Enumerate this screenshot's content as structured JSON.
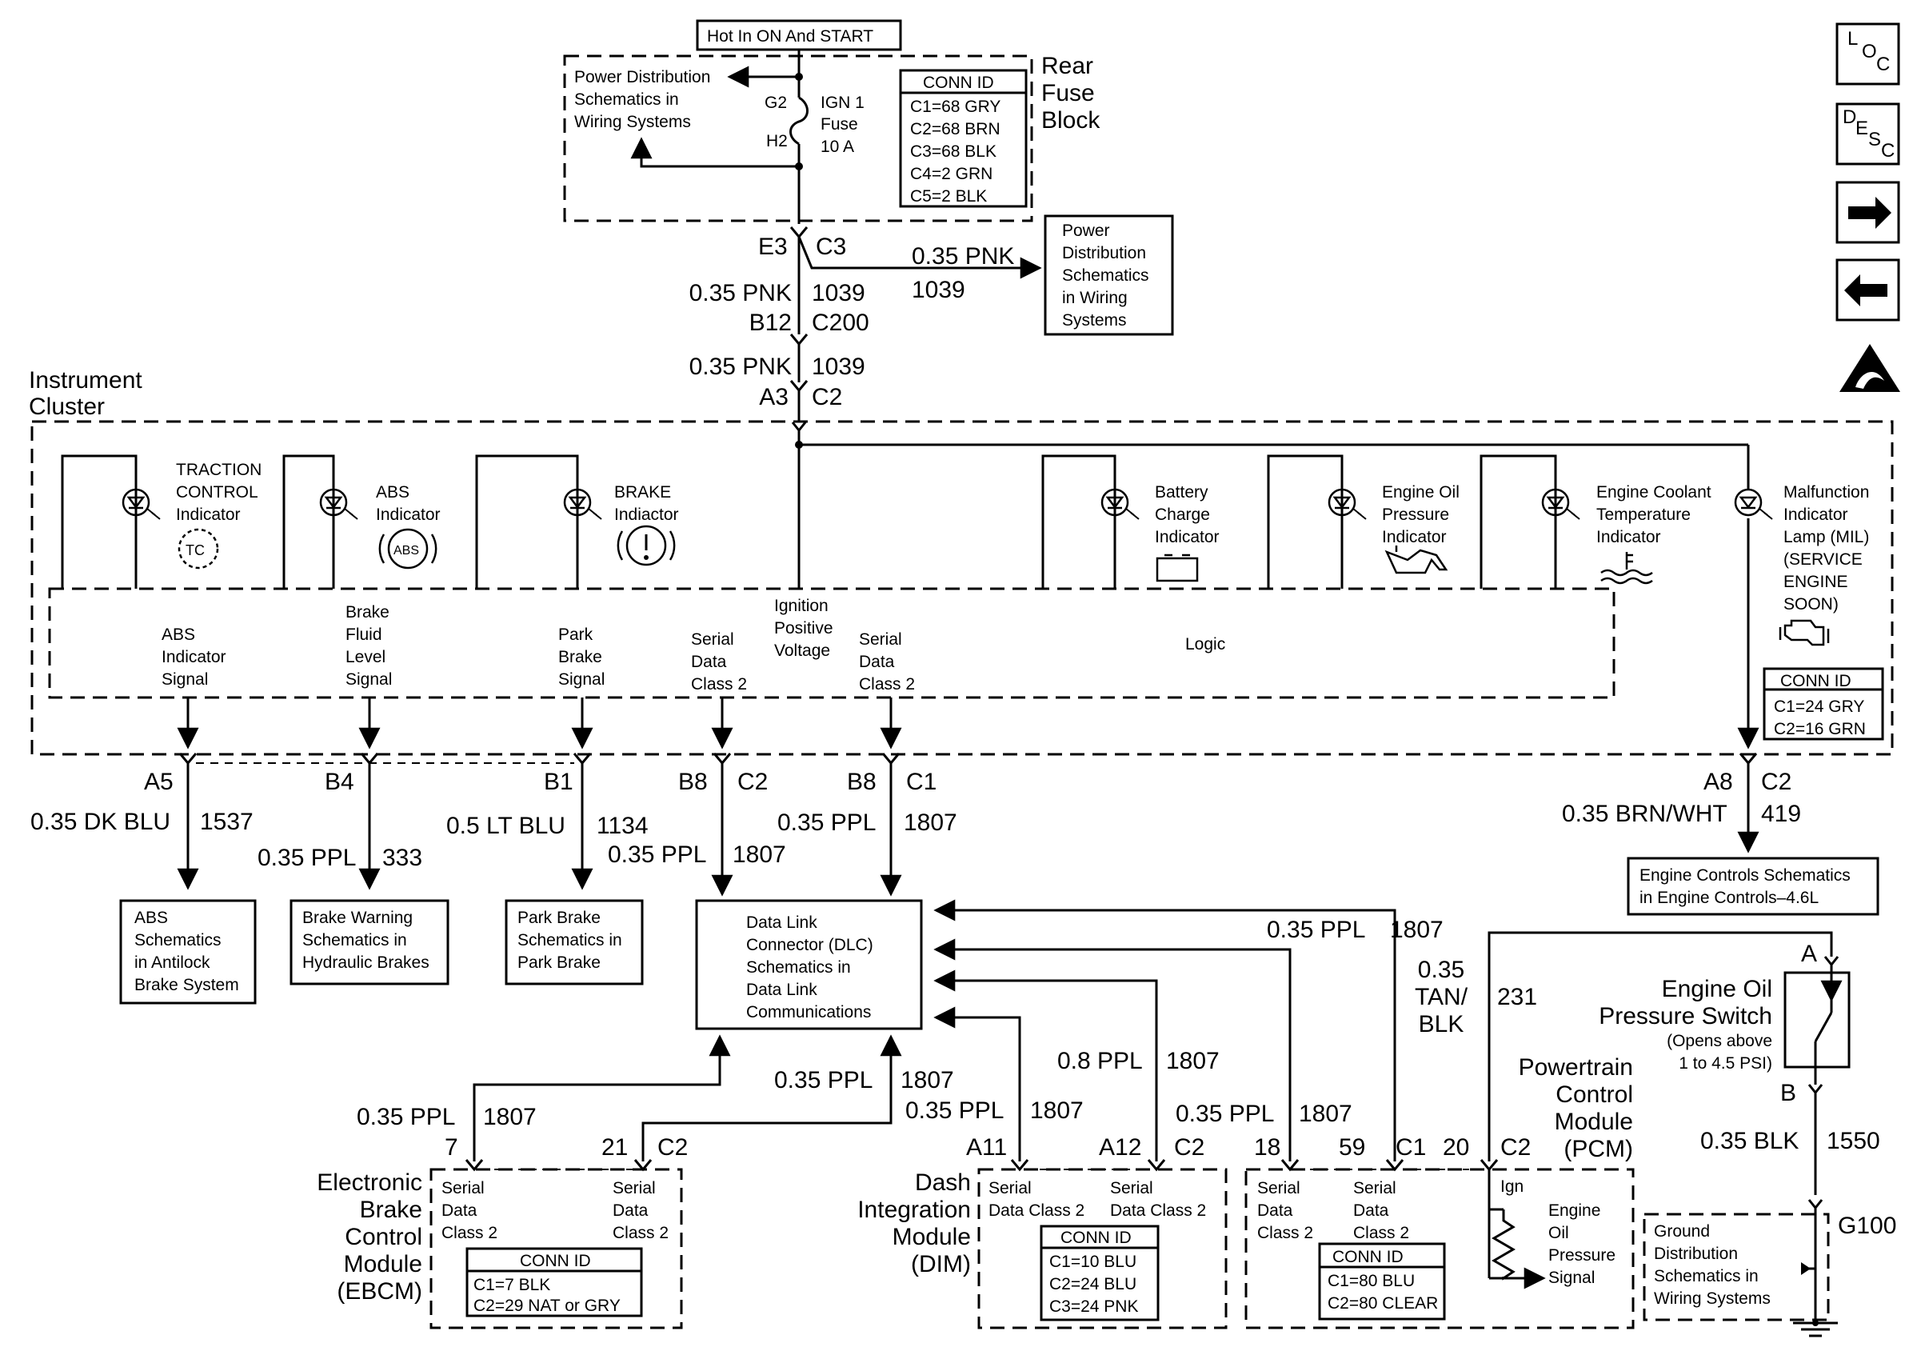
{
  "top": {
    "hot_label": "Hot In ON And START",
    "rear_fuse_block": [
      "Rear",
      "Fuse",
      "Block"
    ],
    "pds_top": [
      "Power Distribution",
      "Schematics in",
      "Wiring Systems"
    ],
    "fuse_in": "G2",
    "fuse_out": "H2",
    "fuse_name": [
      "IGN 1",
      "Fuse",
      "10 A"
    ],
    "conn_title": "CONN ID",
    "conn_rows": [
      "C1=68 GRY",
      "C2=68 BRN",
      "C3=68 BLK",
      "C4=2 GRN",
      "C5=2 BLK"
    ],
    "pin_e3": "E3",
    "conn_c3": "C3",
    "branch_wire": "0.35 PNK",
    "branch_circuit": "1039",
    "pds_right": [
      "Power",
      "Distribution",
      "Schematics",
      "in Wiring",
      "Systems"
    ],
    "wire_a_color": "0.35 PNK",
    "wire_a_circuit": "1039",
    "pin_b12": "B12",
    "conn_c200": "C200",
    "wire_b_color": "0.35 PNK",
    "wire_b_circuit": "1039",
    "pin_a3": "A3",
    "conn_c2": "C2"
  },
  "nav": {
    "loc": [
      "L",
      "O",
      "C"
    ],
    "desc": [
      "D",
      "E",
      "S",
      "C"
    ]
  },
  "cluster": {
    "title": [
      "Instrument",
      "Cluster"
    ],
    "lamps": [
      {
        "label": [
          "TRACTION",
          "CONTROL",
          "Indicator"
        ],
        "symbol": "TC"
      },
      {
        "label": [
          "ABS",
          "Indicator"
        ],
        "symbol": "ABS"
      },
      {
        "label": [
          "BRAKE",
          "Indiactor"
        ],
        "symbol": "!"
      },
      {
        "label": [
          "Battery",
          "Charge",
          "Indicator"
        ]
      },
      {
        "label": [
          "Engine Oil",
          "Pressure",
          "Indicator"
        ]
      },
      {
        "label": [
          "Engine Coolant",
          "Temperature",
          "Indicator"
        ]
      },
      {
        "label": [
          "Malfunction",
          "Indicator",
          "Lamp (MIL)",
          "(SERVICE",
          "ENGINE",
          "SOON)"
        ]
      }
    ],
    "logic_label": "Logic",
    "signals": [
      [
        "ABS",
        "Indicator",
        "Signal"
      ],
      [
        "Brake",
        "Fluid",
        "Level",
        "Signal"
      ],
      [
        "Park",
        "Brake",
        "Signal"
      ],
      [
        "Serial",
        "Data",
        "Class 2"
      ],
      [
        "Ignition",
        "Positive",
        "Voltage"
      ],
      [
        "Serial",
        "Data",
        "Class 2"
      ]
    ],
    "conn_title": "CONN ID",
    "conn_rows": [
      "C1=24 GRY",
      "C2=16 GRN"
    ]
  },
  "outputs": {
    "a5": {
      "pin": "A5",
      "wire": "0.35 DK BLU",
      "circuit": "1537"
    },
    "b4": {
      "pin": "B4",
      "wire": "0.35 PPL",
      "circuit": "333"
    },
    "b1": {
      "pin": "B1",
      "wire": "0.5 LT BLU",
      "circuit": "1134"
    },
    "b8c2": {
      "pin": "B8",
      "conn": "C2",
      "wire": "0.35 PPL",
      "circuit": "1807"
    },
    "b8c1": {
      "pin": "B8",
      "conn": "C1",
      "wire": "0.35 PPL",
      "circuit": "1807"
    },
    "a8": {
      "pin": "A8",
      "conn": "C2",
      "wire": "0.35 BRN/WHT",
      "circuit": "419"
    }
  },
  "boxes": {
    "abs": [
      "ABS",
      "Schematics",
      "in Antilock",
      "Brake System"
    ],
    "brake_warning": [
      "Brake Warning",
      "Schematics in",
      "Hydraulic Brakes"
    ],
    "park_brake": [
      "Park Brake",
      "Schematics in",
      "Park Brake"
    ],
    "dlc": [
      "Data Link",
      "Connector (DLC)",
      "Schematics in",
      "Data Link",
      "Communications"
    ],
    "engine_controls": [
      "Engine Controls Schematics",
      "in Engine Controls–4.6L"
    ],
    "ground": [
      "Ground",
      "Distribution",
      "Schematics in",
      "Wiring Systems"
    ]
  },
  "dlc_wires": {
    "a_wire": "0.35 PPL",
    "a_circuit": "1807",
    "b_wire": "0.8 PPL",
    "b_circuit": "1807",
    "c_wire": "0.35 PPL",
    "c_circuit": "1807",
    "d_wire": "0.35 PPL",
    "d_circuit": "1807",
    "e_wire": "0.35 PPL",
    "e_circuit": "1807",
    "f_wire": "0.35 PPL",
    "f_circuit": "1807"
  },
  "ebcm": {
    "name": [
      "Electronic",
      "Brake",
      "Control",
      "Module",
      "(EBCM)"
    ],
    "pin_7": "7",
    "pin_21": "21",
    "conn": "C2",
    "serial": [
      "Serial",
      "Data",
      "Class 2"
    ],
    "conn_title": "CONN ID",
    "conn_rows": [
      "C1=7 BLK",
      "C2=29 NAT or GRY"
    ]
  },
  "dim": {
    "name": [
      "Dash",
      "Integration",
      "Module",
      "(DIM)"
    ],
    "pin_a11": "A11",
    "pin_a12": "A12",
    "conn": "C2",
    "serial": [
      "Serial",
      "Data Class 2"
    ],
    "conn_title": "CONN ID",
    "conn_rows": [
      "C1=10 BLU",
      "C2=24 BLU",
      "C3=24 PNK"
    ]
  },
  "pcm": {
    "name": [
      "Powertrain",
      "Control",
      "Module",
      "(PCM)"
    ],
    "pin_18": "18",
    "pin_59": "59",
    "conn_c1": "C1",
    "pin_20": "20",
    "conn_c2": "C2",
    "serial": [
      "Serial",
      "Data",
      "Class 2"
    ],
    "ign": "Ign",
    "eop_signal": [
      "Engine",
      "Oil",
      "Pressure",
      "Signal"
    ],
    "conn_title": "CONN ID",
    "conn_rows": [
      "C1=80 BLU",
      "C2=80 CLEAR"
    ],
    "wire_231": [
      "0.35",
      "TAN/",
      "BLK"
    ],
    "circuit_231": "231"
  },
  "switch": {
    "pin_a": "A",
    "name": [
      "Engine Oil",
      "Pressure Switch"
    ],
    "note": [
      "(Opens above",
      "1 to 4.5 PSI)"
    ],
    "pin_b": "B",
    "wire": "0.35 BLK",
    "circuit": "1550",
    "ground": "G100"
  }
}
